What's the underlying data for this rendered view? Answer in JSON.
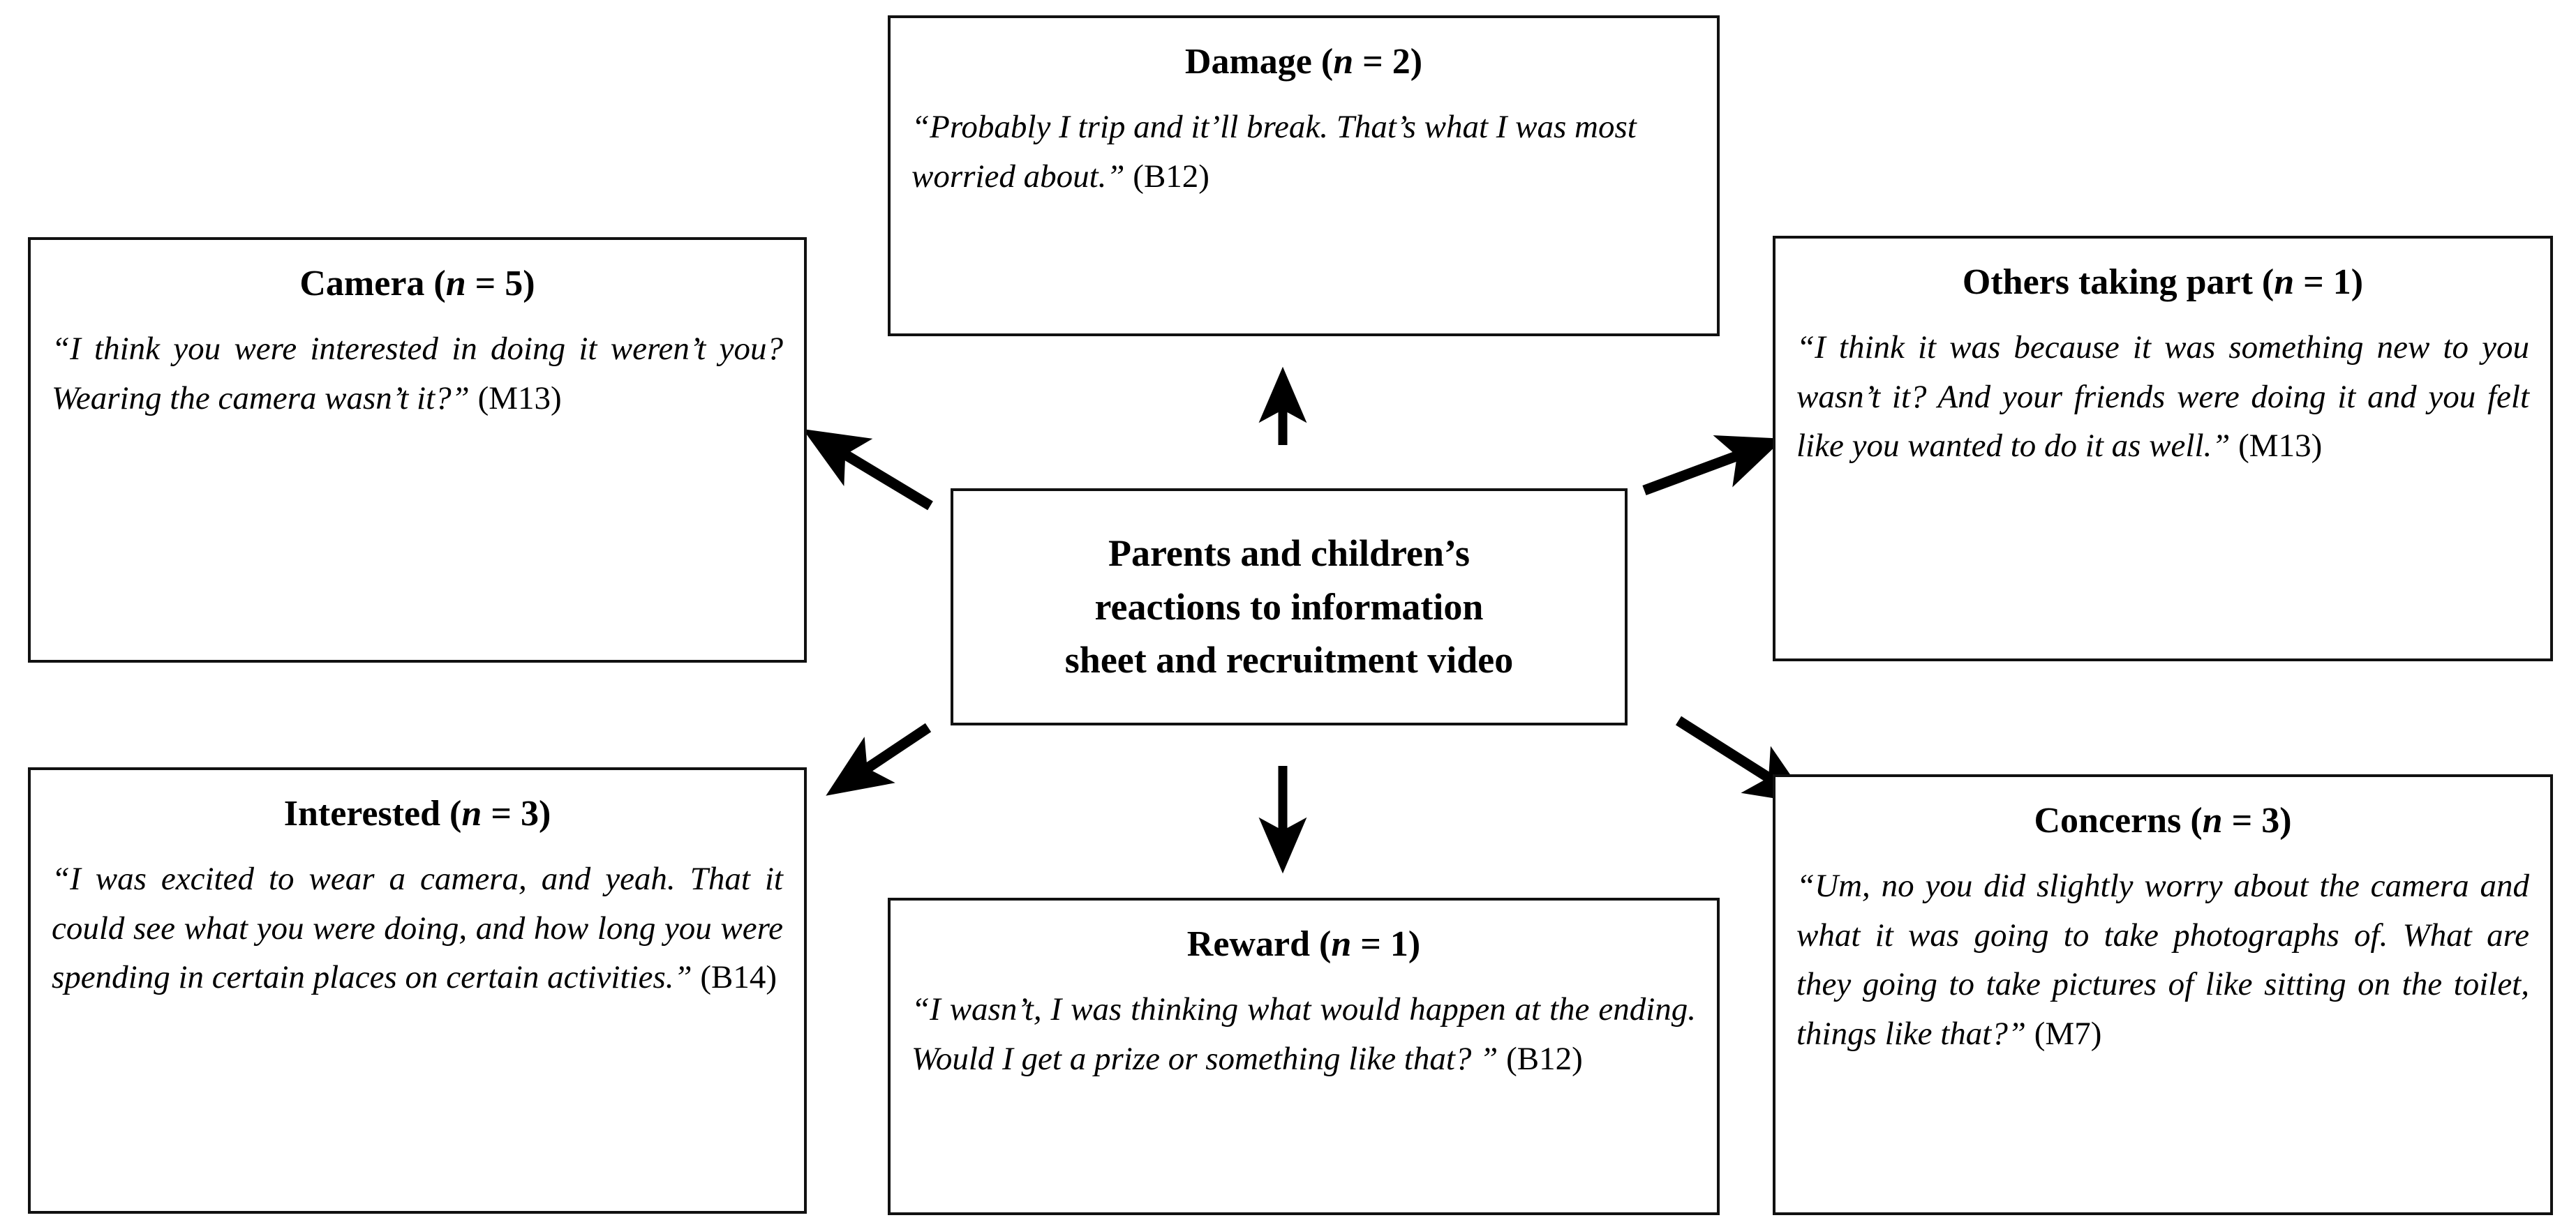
{
  "diagram": {
    "center": {
      "title_line1": "Parents and children’s",
      "title_line2": "reactions to information",
      "title_line3": "sheet and recruitment video"
    },
    "nodes": [
      {
        "id": "damage",
        "title_text": "Damage (",
        "title_n": "n",
        "title_eq": " = 2)",
        "quote": "“Probably I trip and it’ll break. That’s what I was most worried about.” ",
        "cite": "(B12)"
      },
      {
        "id": "camera",
        "title_text": "Camera (",
        "title_n": "n",
        "title_eq": " = 5)",
        "quote": "“I think you were interested in doing it weren’t you? Wearing the camera wasn’t it?” ",
        "cite": "(M13)"
      },
      {
        "id": "others-taking-part",
        "title_text": "Others taking part (",
        "title_n": "n",
        "title_eq": " = 1)",
        "quote": "“I think it was because it was something new to you wasn’t it? And your friends were doing it and you felt like you wanted to do it as well.” ",
        "cite": "(M13)"
      },
      {
        "id": "interested",
        "title_text": "Interested (",
        "title_n": "n",
        "title_eq": " = 3)",
        "quote": "“I was excited to wear a camera, and yeah. That it could see what you were doing, and how long you were spending in certain places on certain activities.” ",
        "cite": "(B14)"
      },
      {
        "id": "reward",
        "title_text": "Reward (",
        "title_n": "n",
        "title_eq": " = 1)",
        "quote": "“I wasn’t, I was thinking what would happen at the ending. Would I get a prize or something like that? ” ",
        "cite": "(B12)"
      },
      {
        "id": "concerns",
        "title_text": "Concerns (",
        "title_n": "n",
        "title_eq": " = 3)",
        "quote": "“Um, no you did slightly worry about the camera and what it was going to take photographs of. What are they going to take pictures of like sitting on the toilet, things like that?” ",
        "cite": "(M7)"
      }
    ],
    "colors": {
      "border": "#111111",
      "text": "#000000",
      "background": "#ffffff",
      "arrow": "#000000"
    }
  }
}
